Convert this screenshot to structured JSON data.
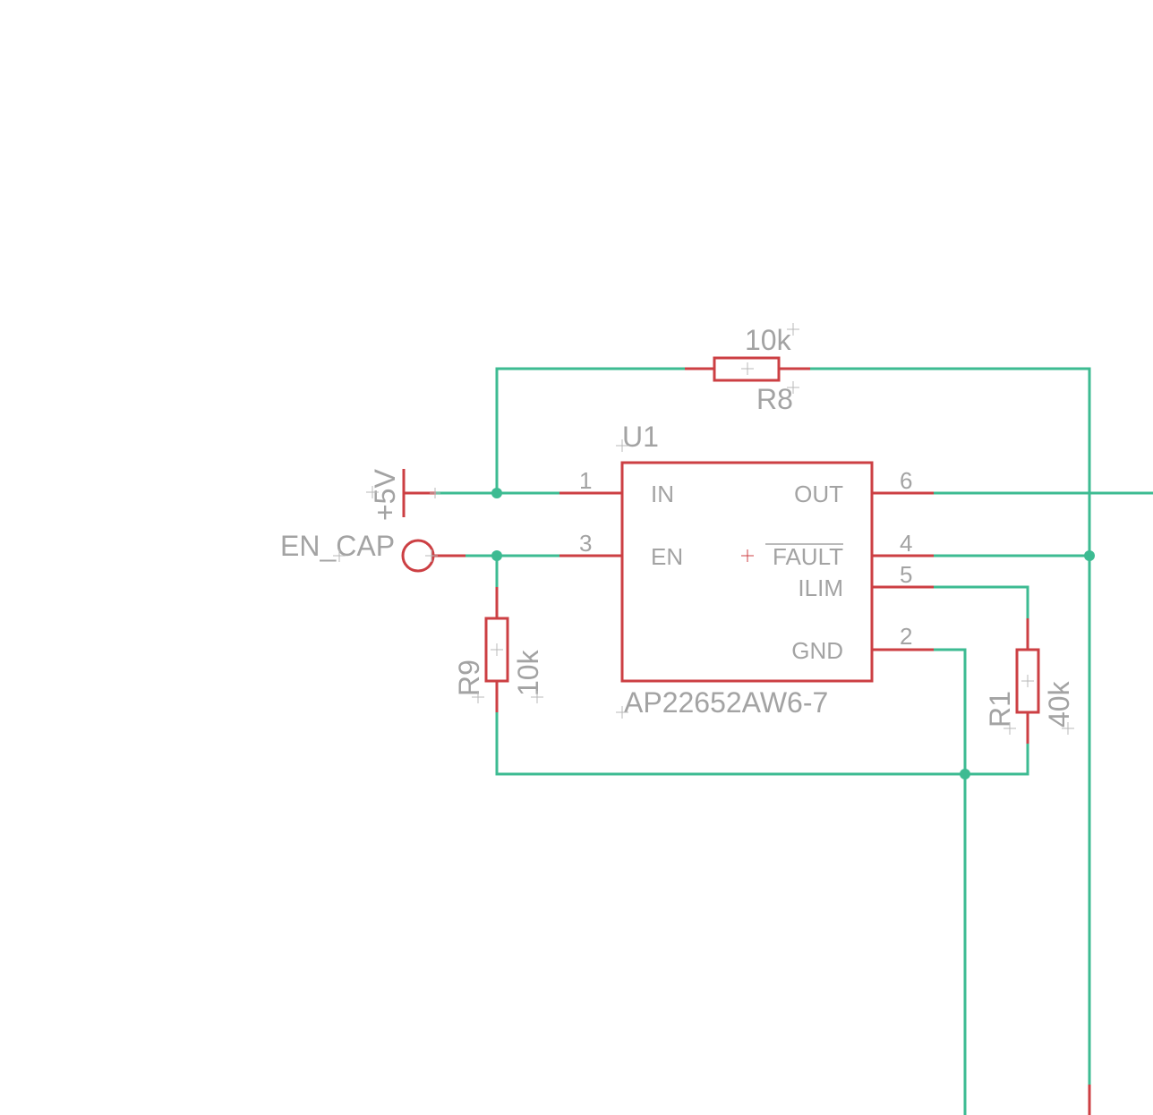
{
  "colors": {
    "net": "#3dbb92",
    "symbol": "#cc3f43",
    "text": "#a3a3a3",
    "origin": "#b8b8b8"
  },
  "icons": [
    "supply-5v-symbol-icon",
    "connector-pin-icon",
    "resistor-icon",
    "origin-cross-icon",
    "junction-dot-icon"
  ],
  "supply": {
    "label": "+5V"
  },
  "connector": {
    "label": "EN_CAP"
  },
  "ic": {
    "name": "U1",
    "value": "AP22652AW6-7",
    "pins": {
      "in": {
        "number": "1",
        "name": "IN"
      },
      "en": {
        "number": "3",
        "name": "EN"
      },
      "out": {
        "number": "6",
        "name": "OUT"
      },
      "fault": {
        "number": "4",
        "name": "FAULT"
      },
      "ilim": {
        "number": "5",
        "name": "ILIM"
      },
      "gnd": {
        "number": "2",
        "name": "GND"
      }
    }
  },
  "resistors": {
    "r8": {
      "name": "R8",
      "value": "10k"
    },
    "r9": {
      "name": "R9",
      "value": "10k"
    },
    "r1": {
      "name": "R1",
      "value": "40k"
    }
  }
}
